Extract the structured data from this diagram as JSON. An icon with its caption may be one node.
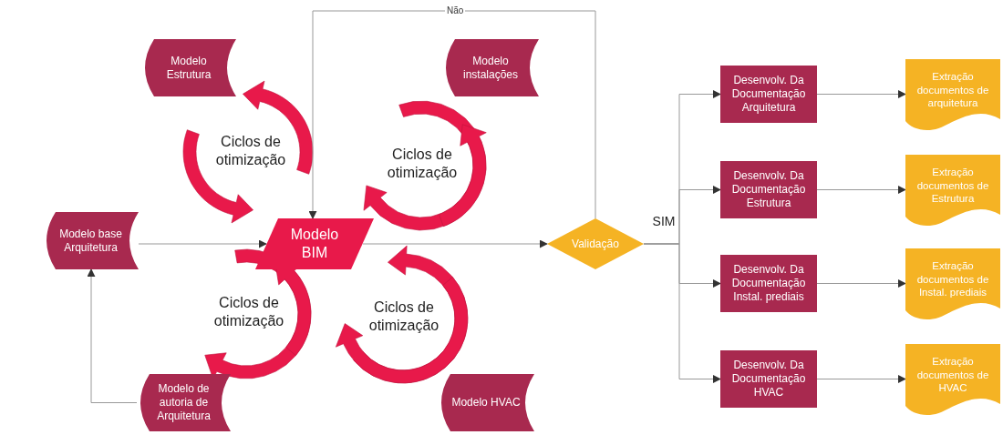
{
  "diagram": {
    "nodes": [
      {
        "text": [
          "Modelo Estrutura"
        ]
      },
      {
        "text": [
          "Modelo instalações"
        ]
      },
      {
        "text": [
          "Modelo base Arquitetura"
        ]
      },
      {
        "text": [
          "Modelo BIM"
        ]
      },
      {
        "text": [
          "Modelo de autoria de Arquitetura"
        ]
      },
      {
        "text": [
          "Modelo HVAC"
        ]
      },
      {
        "text": [
          "Validação"
        ]
      },
      {
        "text": [
          "Desenvolv. Da Documentação Arquitetura"
        ]
      },
      {
        "text": [
          "Desenvolv. Da Documentação Estrutura"
        ]
      },
      {
        "text": [
          "Desenvolv. Da Documentação Instal. prediais"
        ]
      },
      {
        "text": [
          "Desenvolv. Da Documentação HVAC"
        ]
      },
      {
        "text": [
          "Extração documentos de arquitetura"
        ]
      },
      {
        "text": [
          "Extração documentos de Estrutura"
        ]
      },
      {
        "text": [
          "Extração documentos de Instal. prediais"
        ]
      },
      {
        "text": [
          "Extração documentos de HVAC"
        ]
      }
    ],
    "edges": [
      {
        "from": 2,
        "to": 3,
        "arrow": "to"
      },
      {
        "from": 4,
        "to": 2,
        "arrow": "to"
      },
      {
        "from": 3,
        "to": 6,
        "arrow": "to"
      },
      {
        "from": 6,
        "to": 3,
        "arrow": "to",
        "label": "Não"
      },
      {
        "from": 6,
        "to": 7,
        "arrow": "to"
      },
      {
        "from": 6,
        "to": 8,
        "arrow": "to"
      },
      {
        "from": 6,
        "to": 9,
        "arrow": "to"
      },
      {
        "from": 6,
        "to": 10,
        "arrow": "to"
      },
      {
        "from": 7,
        "to": 11,
        "arrow": "to"
      },
      {
        "from": 8,
        "to": 12,
        "arrow": "to"
      },
      {
        "from": 9,
        "to": 13,
        "arrow": "to"
      },
      {
        "from": 10,
        "to": 14,
        "arrow": "to"
      }
    ],
    "labels": [
      "Ciclos de otimização",
      "Ciclos de otimização",
      "Ciclos de otimização",
      "Ciclos de otimização",
      "SIM"
    ]
  }
}
